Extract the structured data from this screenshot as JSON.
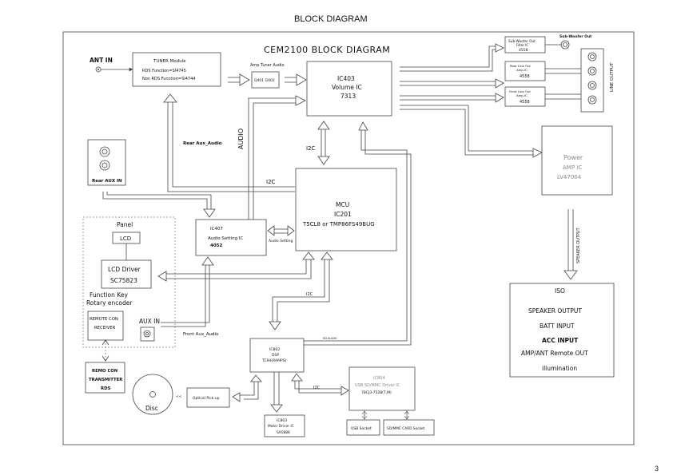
{
  "header": "BLOCK DIAGRAM",
  "title": "CEM2100 BLOCK DIAGRAM",
  "page_number": "3",
  "labels": {
    "ant_in": "ANT IN",
    "aux_in": "AUX IN",
    "rear_aux_audio": "Rear Aux_Audio",
    "front_aux_audio": "Front Aux_Audio",
    "audio": "AUDIO",
    "i2c": "I2C",
    "amp_tuner_audio": "Amp Tuner Audio",
    "sub_woofer_out": "Sub-Woofer Out",
    "line_output": "LINE OUTPUT",
    "speaker_output": "SPEAKER OUTPUT",
    "audio_setting": "Audio Setting",
    "sd_audio": "SD AUDIO",
    "cc_arrow": "<<"
  },
  "blocks": {
    "tuner": {
      "title": "TUNER Module",
      "line1": "RDS Function=SI4745",
      "line2": "Non RDS Function=SI4744"
    },
    "q401": {
      "text": "Q401 Q402"
    },
    "ic403": {
      "title": "IC403",
      "line1": "Volume IC",
      "line2": "7313"
    },
    "sub_filter": {
      "title": "Sub-Woofer Out",
      "line1": "Filter IC",
      "line2": "4558"
    },
    "rear_line": {
      "title": "Rear Line Out",
      "line1": "Amp IC",
      "line2": "4558"
    },
    "front_line": {
      "title": "Front Line Out",
      "line1": "Amp IC",
      "line2": "4558"
    },
    "power_amp": {
      "title": "Power",
      "line1": "AMP IC",
      "line2": "LV47004"
    },
    "rear_aux_in": {
      "title": "Rear AUX IN"
    },
    "mcu": {
      "title": "MCU",
      "line1": "IC201",
      "line2": "T5CL8 or TMP86FS49BUG"
    },
    "ic407": {
      "title": "IC407",
      "line1": "Audio Setting IC",
      "line2": "4052"
    },
    "panel": {
      "title": "Panel"
    },
    "lcd": {
      "title": "LCD"
    },
    "lcd_driver": {
      "title": "LCD Driver",
      "line1": "SC75823"
    },
    "function_key": {
      "line1": "Function Key",
      "line2": "Rotary encoder"
    },
    "remote_receiver": {
      "line1": "REMOTE CON",
      "line2": "RECEIVER"
    },
    "remo_transmitter": {
      "line1": "REMO CON",
      "line2": "TRANSMITTER",
      "line3": "RDS"
    },
    "ic802": {
      "title": "IC802",
      "line1": "DSP",
      "line2": "TC94(RAMPS)"
    },
    "ic803": {
      "title": "IC803",
      "line1": "Motor Driver IC",
      "line2": "SA5888"
    },
    "ic804": {
      "title": "IC804",
      "line1": "USB SD/MMC Driver IC",
      "line2": "78CJ3-7528(T,M)"
    },
    "optical": {
      "title": "Optical Pick-up"
    },
    "disc": {
      "title": "Disc"
    },
    "usb_socket": {
      "title": "USB Socket"
    },
    "sd_socket": {
      "title": "SD/MMC CARD Socket"
    },
    "iso": {
      "title": "ISO",
      "line1": "SPEAKER OUTPUT",
      "line2": "BATT INPUT",
      "line3": "ACC INPUT",
      "line4": "AMP/ANT Remote OUT",
      "line5": "illumination"
    }
  }
}
